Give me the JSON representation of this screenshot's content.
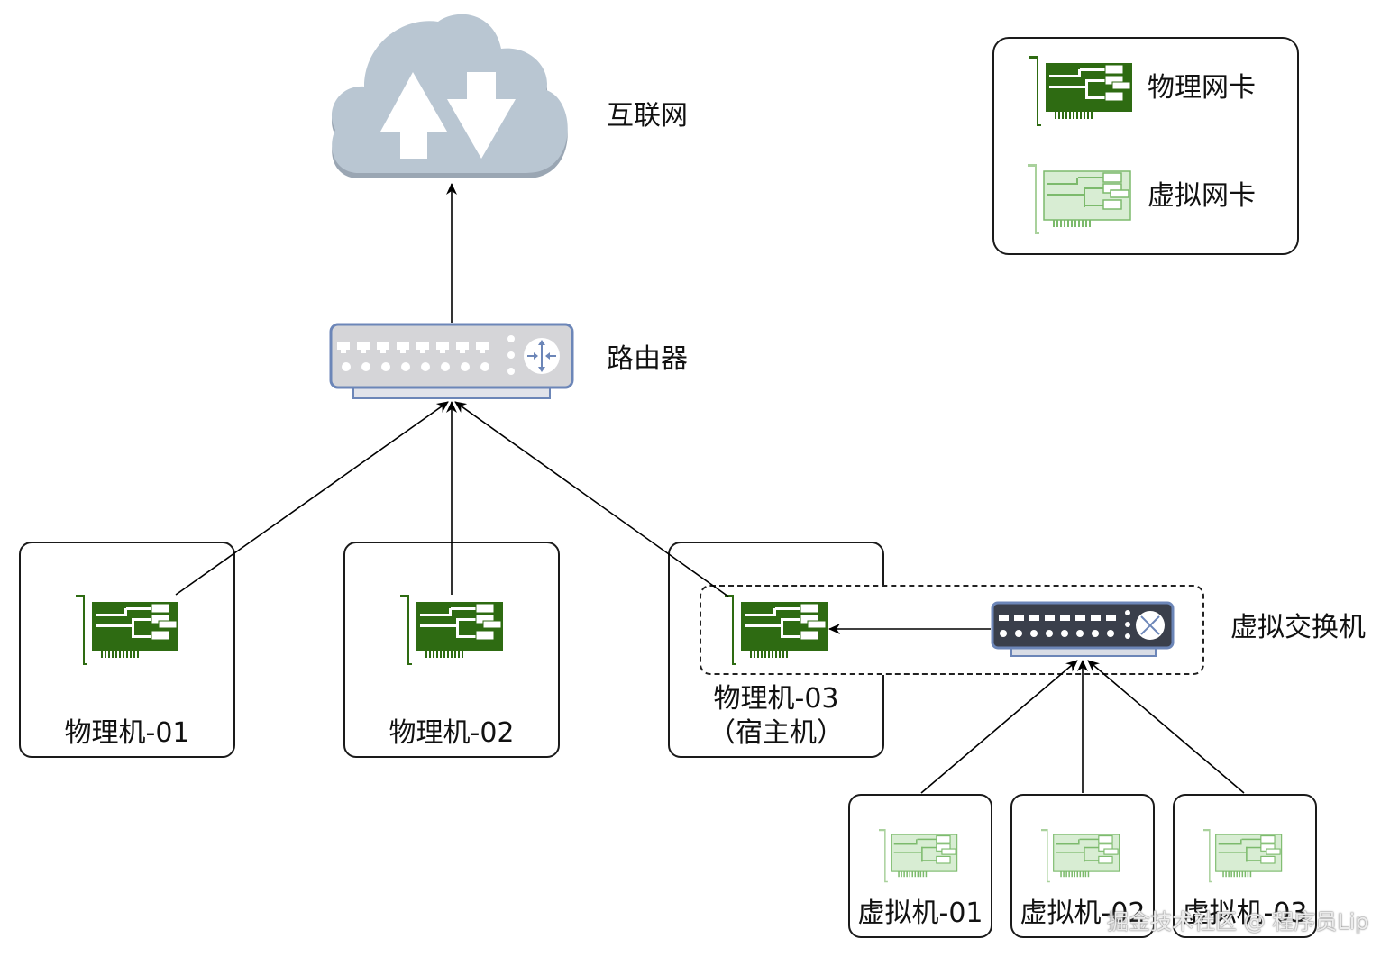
{
  "nodes": {
    "internet": {
      "label": "互联网"
    },
    "router": {
      "label": "路由器"
    },
    "vswitch": {
      "label": "虚拟交换机"
    },
    "pm1": {
      "label": "物理机-01"
    },
    "pm2": {
      "label": "物理机-02"
    },
    "pm3": {
      "label_line1": "物理机-03",
      "label_line2": "（宿主机）"
    },
    "vm1": {
      "label": "虚拟机-01"
    },
    "vm2": {
      "label": "虚拟机-02"
    },
    "vm3": {
      "label": "虚拟机-03"
    }
  },
  "legend": {
    "physical_nic": "物理网卡",
    "virtual_nic": "虚拟网卡"
  },
  "colors": {
    "physical_nic": "#2e6b12",
    "virtual_nic": "#d8edd3",
    "virtual_nic_stroke": "#7cba6c",
    "cloud": "#b9c6d2",
    "router_body": "#d5d5d8",
    "switch_body": "#3a3f4b",
    "device_border": "#6c86b8"
  },
  "watermark": "掘金技术社区 @ 程序员Lip"
}
